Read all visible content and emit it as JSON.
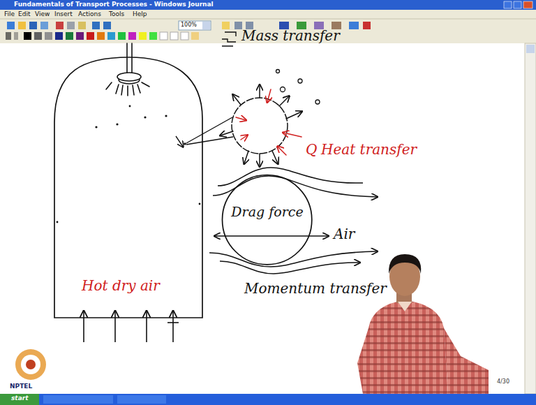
{
  "diagram": {
    "nodes": [
      {
        "text": [
          "Hot dry air"
        ]
      },
      {
        "text": [
          "Drag force"
        ]
      }
    ],
    "labels": [
      "Fundamentals of Transport Processes - Windows Journal",
      "File",
      "Edit",
      "View",
      "Insert",
      "Actions",
      "Tools",
      "Help",
      "100%",
      "Mass transfer",
      "Q",
      "Heat transfer",
      "Air",
      "Momentum transfer",
      "4/30",
      "NPTEL",
      "start"
    ]
  }
}
